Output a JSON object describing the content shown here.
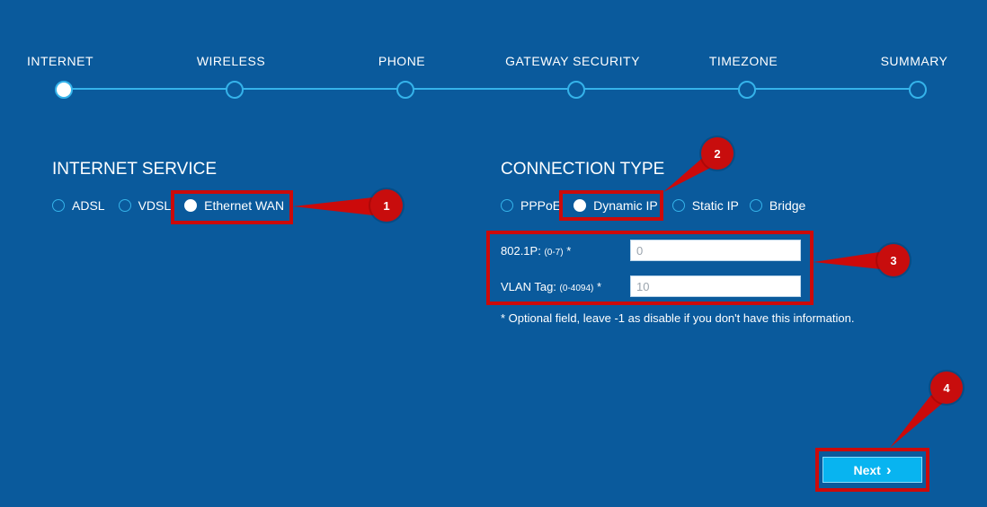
{
  "wizard": {
    "steps": [
      "INTERNET",
      "WIRELESS",
      "PHONE",
      "GATEWAY SECURITY",
      "TIMEZONE",
      "SUMMARY"
    ],
    "active_step": "INTERNET"
  },
  "internet_service": {
    "title": "INTERNET SERVICE",
    "options": [
      "ADSL",
      "VDSL",
      "Ethernet WAN"
    ],
    "selected": "Ethernet WAN"
  },
  "connection_type": {
    "title": "CONNECTION TYPE",
    "options": [
      "PPPoE",
      "Dynamic IP",
      "Static IP",
      "Bridge"
    ],
    "selected": "Dynamic IP"
  },
  "fields": {
    "p8021": {
      "label": "802.1P:",
      "range": "(0-7)",
      "required": "*",
      "value": "0"
    },
    "vlan": {
      "label": "VLAN Tag:",
      "range": "(0-4094)",
      "required": "*",
      "value": "10"
    }
  },
  "note": "* Optional field, leave -1 as disable if you don't have this information.",
  "next_button": {
    "label": "Next",
    "chevron": "›"
  },
  "annotations": [
    "1",
    "2",
    "3",
    "4"
  ],
  "colors": {
    "background": "#0a5a9c",
    "accent": "#35b3ea",
    "button": "#08b4f0",
    "annotation": "#cc0a0a"
  }
}
